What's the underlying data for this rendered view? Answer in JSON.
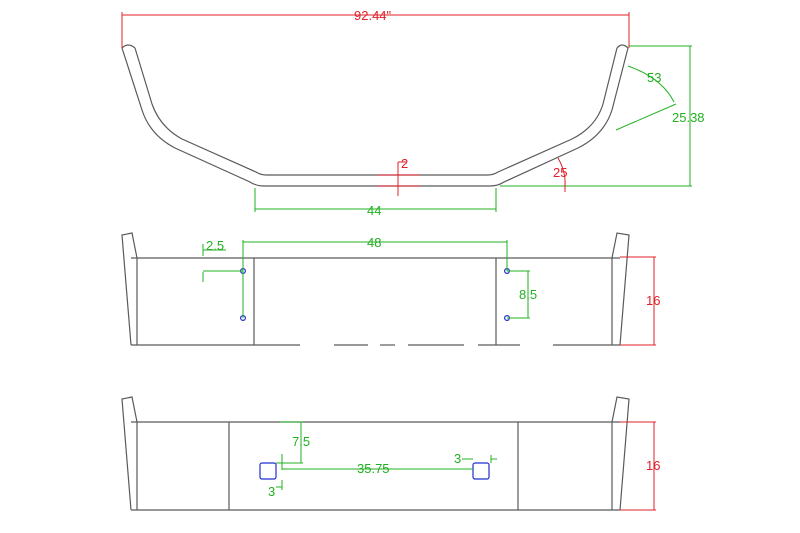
{
  "dimensions": {
    "overall_width": "92.44\"",
    "bend_angle": "53",
    "overall_height": "25.38",
    "center_offset": "2",
    "flange_angle": "25",
    "bottom_width": "44",
    "hole_span": "48",
    "hole_edge_offset": "2.5",
    "hole_spacing": "8.5",
    "mid_height": "16",
    "slot_height": "7.5",
    "slot_span": "35.75",
    "slot_left_width": "3",
    "slot_right_width": "3",
    "bottom_height": "16"
  },
  "colors": {
    "part": "#5a5a5a",
    "dimension_red": "#e0202a",
    "dimension_green": "#22b022",
    "hole_blue": "#1f2fd0"
  }
}
